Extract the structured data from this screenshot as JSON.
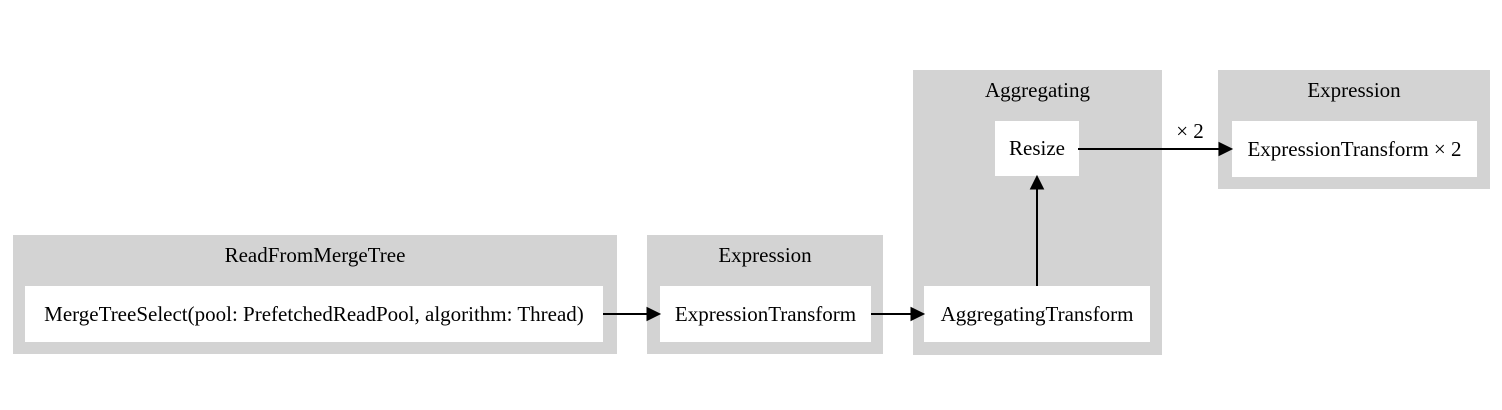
{
  "diagram": {
    "type": "pipeline-graph",
    "clusters": [
      {
        "id": "readfrommergetree",
        "title": "ReadFromMergeTree",
        "nodes": [
          {
            "id": "mergetreeselect",
            "label": "MergeTreeSelect(pool: PrefetchedReadPool, algorithm: Thread)"
          }
        ]
      },
      {
        "id": "expression-1",
        "title": "Expression",
        "nodes": [
          {
            "id": "expressiontransform",
            "label": "ExpressionTransform"
          }
        ]
      },
      {
        "id": "aggregating",
        "title": "Aggregating",
        "nodes": [
          {
            "id": "resize",
            "label": "Resize"
          },
          {
            "id": "aggregatingtransform",
            "label": "AggregatingTransform"
          }
        ]
      },
      {
        "id": "expression-2",
        "title": "Expression",
        "nodes": [
          {
            "id": "expressiontransform-x2",
            "label": "ExpressionTransform × 2"
          }
        ]
      }
    ],
    "edges": [
      {
        "from": "mergetreeselect",
        "to": "expressiontransform",
        "label": ""
      },
      {
        "from": "expressiontransform",
        "to": "aggregatingtransform",
        "label": ""
      },
      {
        "from": "aggregatingtransform",
        "to": "resize",
        "label": ""
      },
      {
        "from": "resize",
        "to": "expressiontransform-x2",
        "label": "× 2"
      }
    ],
    "colors": {
      "page_background": "#ffffff",
      "cluster_background": "#d3d3d3",
      "node_background": "#ffffff",
      "edge": "#000000",
      "text": "#000000"
    }
  }
}
